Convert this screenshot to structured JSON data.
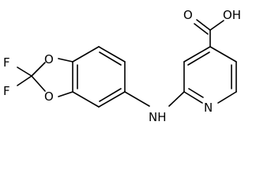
{
  "molecule": {
    "atoms": {
      "f_top": "F",
      "f_bottom": "F",
      "o_dioxole_top": "O",
      "o_dioxole_bottom": "O",
      "nh": "NH",
      "n_pyridine": "N",
      "o_carbonyl": "O",
      "oh": "OH"
    }
  },
  "colors": {
    "ink": "#000000",
    "background": "#ffffff"
  }
}
